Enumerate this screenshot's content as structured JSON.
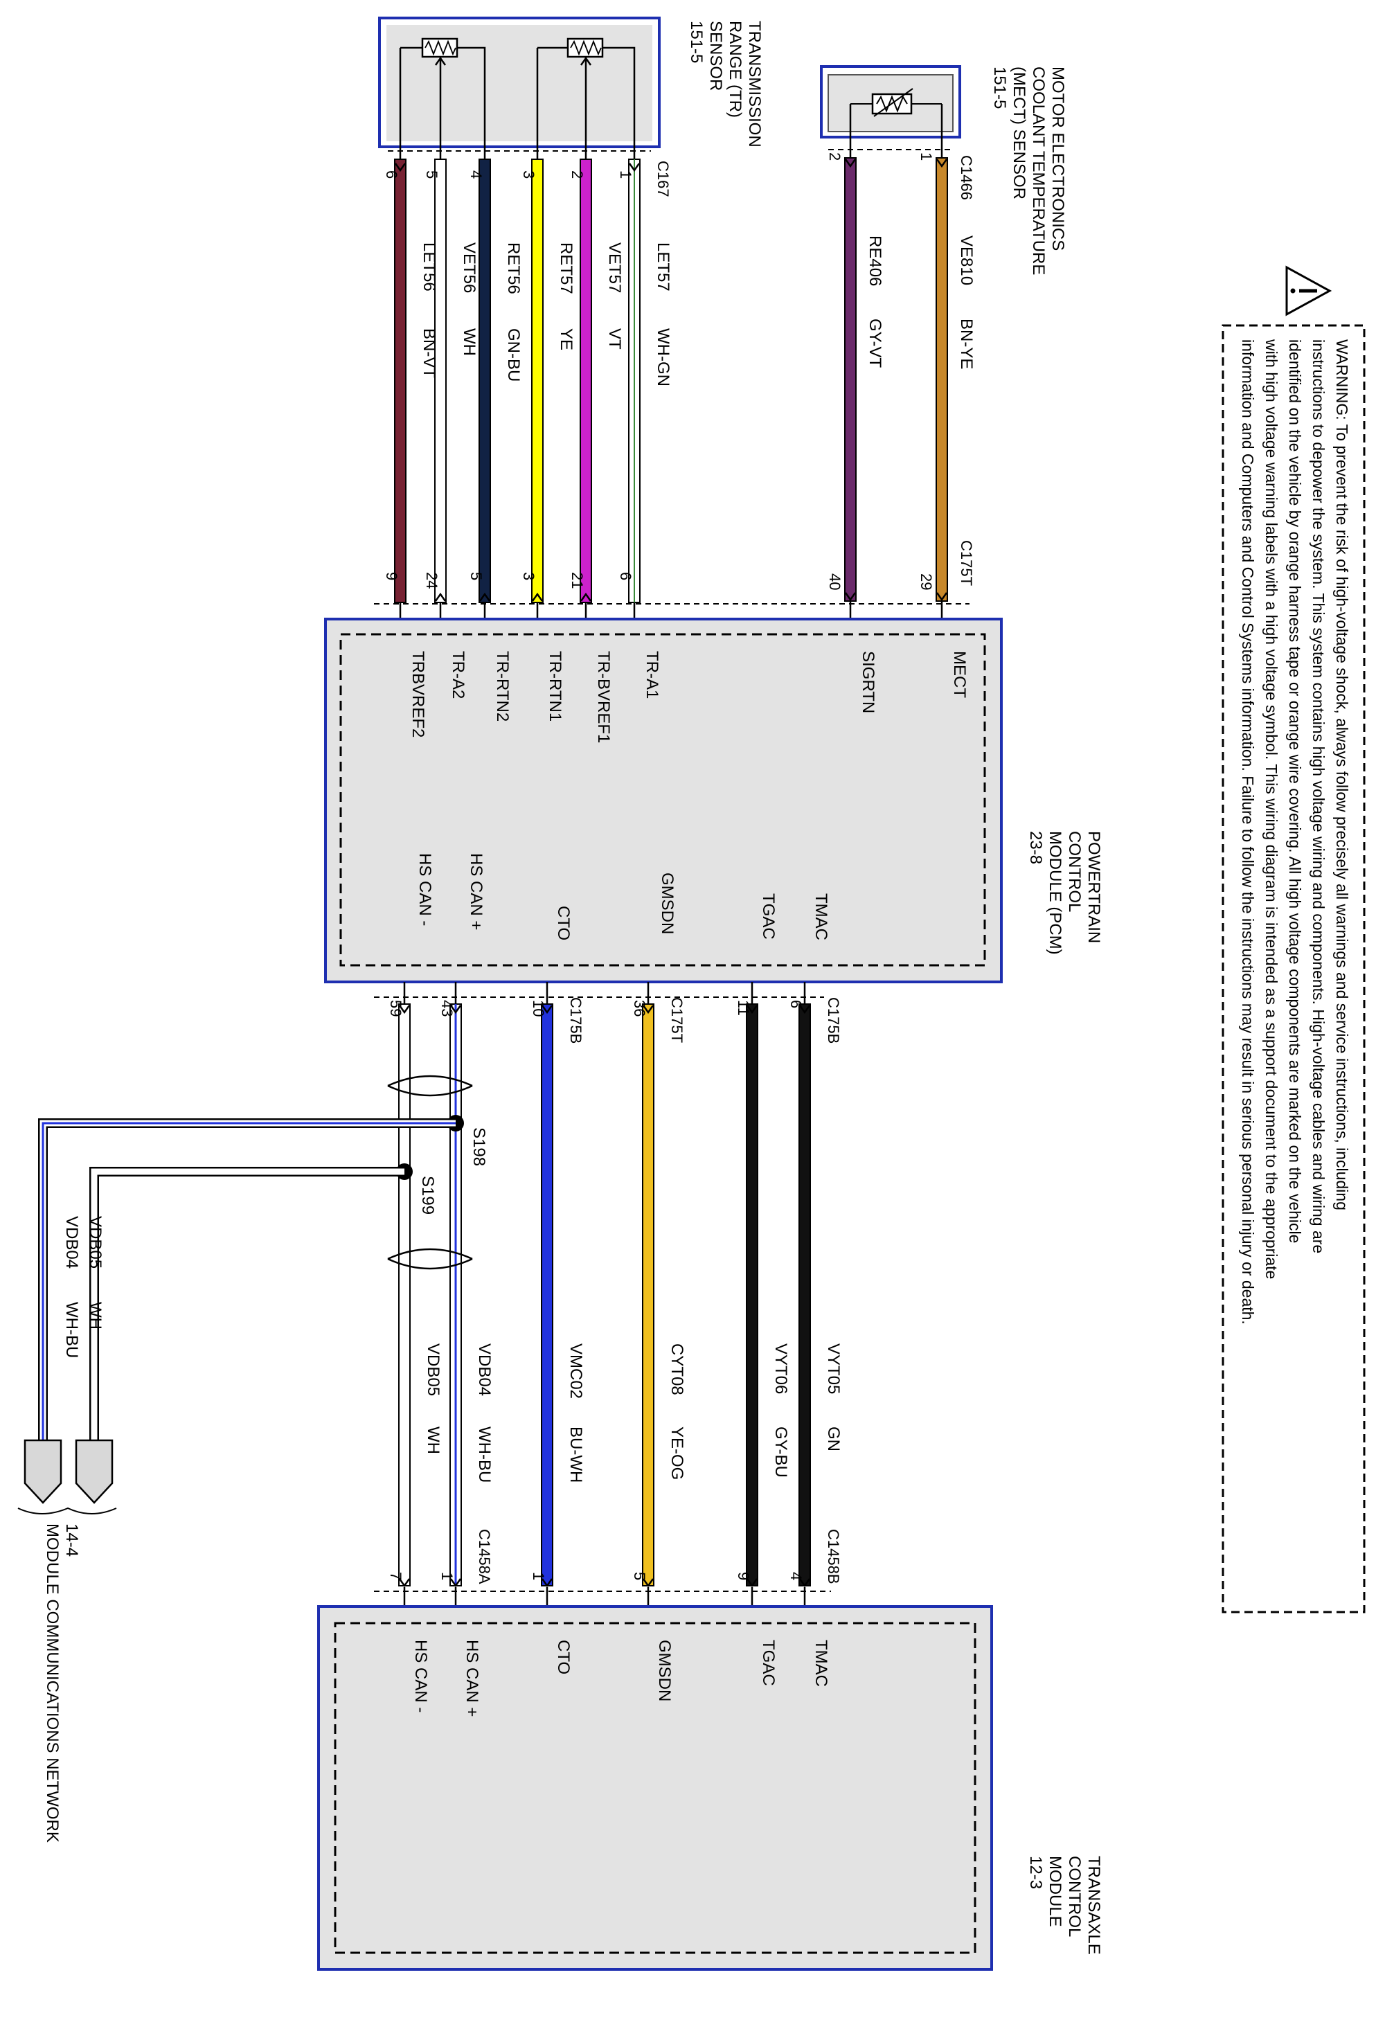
{
  "warning": {
    "lines": [
      "WARNING: To prevent the risk of high-voltage shock, always follow precisely all warnings and service instructions, including",
      "instructions to depower the system. This system contains high voltage wiring and components. High-voltage cables and wiring are",
      "identified on the vehicle by orange harness tape or orange wire covering. All high voltage components are marked on the vehicle",
      "with high voltage warning labels with a high voltage symbol. This wiring diagram is intended as a support document to the appropriate",
      "information and Computers and Control Systems information. Failure to follow the instructions may result in serious personal injury or death."
    ],
    "icon": "warning-triangle-icon"
  },
  "components": {
    "mect": {
      "lines": [
        "MOTOR ELECTRONICS",
        "COOLANT TEMPERATURE",
        "(MECT) SENSOR",
        "151-5"
      ],
      "connector": "C1466"
    },
    "tr": {
      "lines": [
        "TRANSMISSION",
        "RANGE (TR)",
        "SENSOR",
        "151-5"
      ],
      "connector": "C167"
    },
    "pcm": {
      "lines": [
        "POWERTRAIN",
        "CONTROL",
        "MODULE (PCM)",
        "23-8"
      ]
    },
    "tcm": {
      "lines": [
        "TRANSAXLE",
        "CONTROL",
        "MODULE",
        "12-3"
      ]
    },
    "network": {
      "lines": [
        "14-4",
        "MODULE COMMUNICATIONS NETWORK"
      ]
    }
  },
  "connectors": {
    "pcm_top": "C175T",
    "pcm_bottom_1": "C175B",
    "pcm_bottom_2": "C175T",
    "pcm_bottom_3": "C175B",
    "tcm_a": "C1458A",
    "tcm_b": "C1458B"
  },
  "splices": [
    "S198",
    "S199"
  ],
  "wires_mect": [
    {
      "circuit": "VE810",
      "color": "BN-YE",
      "pin_a": "1",
      "pin_b": "29",
      "pcm_pin": "MECT",
      "stroke": "#c8882a"
    },
    {
      "circuit": "RE406",
      "color": "GY-VT",
      "pin_a": "2",
      "pin_b": "40",
      "pcm_pin": "SIGRTN",
      "stroke": "#6a2a6a"
    }
  ],
  "wires_tr": [
    {
      "circuit": "LET57",
      "color": "WH-GN",
      "pin_a": "1",
      "pin_b": "6",
      "pcm_pin": "TR-A1",
      "stroke": "#ffffff"
    },
    {
      "circuit": "VET57",
      "color": "VT",
      "pin_a": "2",
      "pin_b": "21",
      "pcm_pin": "TR-BVREF1",
      "stroke": "#cc22cc"
    },
    {
      "circuit": "RET57",
      "color": "YE",
      "pin_a": "3",
      "pin_b": "3",
      "pcm_pin": "TR-RTN1",
      "stroke": "#ffff00"
    },
    {
      "circuit": "RET56",
      "color": "GN-BU",
      "pin_a": "4",
      "pin_b": "5",
      "pcm_pin": "TR-RTN2",
      "stroke": "#112244"
    },
    {
      "circuit": "VET56",
      "color": "WH",
      "pin_a": "5",
      "pin_b": "24",
      "pcm_pin": "TR-A2",
      "stroke": "#ffffff"
    },
    {
      "circuit": "LET56",
      "color": "BN-VT",
      "pin_a": "6",
      "pin_b": "9",
      "pcm_pin": "TRBVREF2",
      "stroke": "#772233"
    }
  ],
  "wires_tcm": [
    {
      "circuit": "VYT05",
      "color": "GN",
      "pcm_label": "TMAC",
      "pin_pcm": "6",
      "pin_tcm": "4",
      "tcm_label": "TMAC",
      "stroke": "#111111"
    },
    {
      "circuit": "VYT06",
      "color": "GY-BU",
      "pcm_label": "TGAC",
      "pin_pcm": "11",
      "pin_tcm": "9",
      "tcm_label": "TGAC",
      "stroke": "#111111"
    },
    {
      "circuit": "CYT08",
      "color": "YE-OG",
      "pcm_label": "GMSDN",
      "pin_pcm": "36",
      "pin_tcm": "5",
      "tcm_label": "GMSDN",
      "stroke": "#f0c020"
    },
    {
      "circuit": "VMC02",
      "color": "BU-WH",
      "pcm_label": "CTO",
      "pin_pcm": "10",
      "pin_tcm": "1",
      "tcm_label": "CTO",
      "stroke": "#2233dd"
    },
    {
      "circuit": "VDB04",
      "color": "WH-BU",
      "pcm_label": "HS CAN +",
      "pin_pcm": "43",
      "pin_tcm": "1",
      "tcm_label": "HS CAN +",
      "stroke": "#ffffff"
    },
    {
      "circuit": "VDB05",
      "color": "WH",
      "pcm_label": "HS CAN -",
      "pin_pcm": "59",
      "pin_tcm": "7",
      "tcm_label": "HS CAN -",
      "stroke": "#ffffff"
    }
  ],
  "wires_network": [
    {
      "circuit": "VDB05",
      "color": "WH"
    },
    {
      "circuit": "VDB04",
      "color": "WH-BU"
    }
  ]
}
